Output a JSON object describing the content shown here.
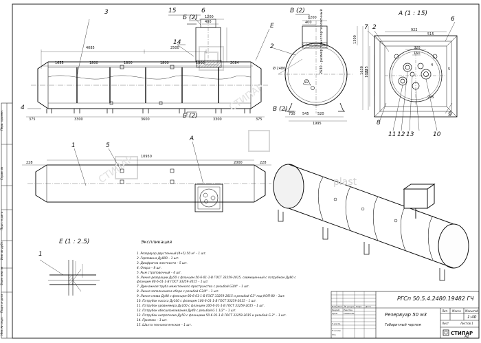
{
  "views": {
    "main_view": {
      "callouts": [
        "3",
        "4",
        "14",
        "E",
        "15",
        "6"
      ],
      "section_label": "Б (2)",
      "section_label_bottom": "Б (2)",
      "dims_top": [
        "4085",
        "2500",
        "1655",
        "1800",
        "1800",
        "1800",
        "1800",
        "2084"
      ],
      "dims_bottom": [
        "375",
        "3300",
        "3600",
        "3300",
        "375"
      ],
      "dims_hatch": [
        "1200",
        "400"
      ]
    },
    "side_view": {
      "label_top": "В (2)",
      "label_bottom": "В (2)",
      "callouts": [
        "2"
      ],
      "dims": [
        "1200",
        "400",
        "1300",
        "1630",
        "1625",
        "730",
        "545",
        "520",
        "1995"
      ],
      "diameter": "Ø 2480",
      "rotated_note": "2630 - размер транспортировочный"
    },
    "detail_a": {
      "label": "А (1 : 15)",
      "callouts": [
        "7",
        "2",
        "6",
        "8",
        "11",
        "12",
        "13",
        "10",
        "9"
      ],
      "dims": [
        "922",
        "515",
        "320",
        "160",
        "1022",
        "245",
        "4",
        "5"
      ]
    },
    "plan_view": {
      "callouts": [
        "1",
        "5",
        "A"
      ],
      "dims": [
        "10950",
        "228",
        "2000",
        "228"
      ]
    },
    "detail_e": {
      "label": "Е (1 : 2.5)",
      "callouts": [
        "1"
      ]
    },
    "iso_view": {
      "watermark": "plast"
    }
  },
  "watermarks": [
    "СТИПАР",
    "СТИПАР"
  ],
  "side_strip": [
    "Перв. примен.",
    "Справ. №",
    "Подп. и дата",
    "Инв. № дубл.",
    "Взам. инв. №",
    "Подп. и дата",
    "Инв. № подл."
  ],
  "spec": {
    "title": "Экспликация",
    "items": [
      "1.  Резервуар двустенный (4+5) 50 м³ – 1 шт.",
      "2.  Горловина Ду800 – 1 шт.",
      "3.  Диафрагма жесткости – 5 шт.",
      "4.  Опора – 8 шт.",
      "5.  Рым строповочный – 4 шт.",
      "6.  Линия деаэрации Ду50 с фланцем 50-6-01-1-В ГОСТ 33259-2015, совмещенный с патрубком Ду80 с",
      "      фланцем 80-6-01-1-В ГОСТ 33259-2015 – 1 шт.",
      "7.  Дренажная труба межстенного пространства с резьбой G3/4\" – 1 шт.",
      "8.  Линия заполнения в сборе с резьбой G3/4\" – 1 шт.",
      "9.  Линия слива Ду80 с фланцем 80-6-01-1-В ГОСТ 33259-2015 и резьбой G3\" под КОП-80 – 1шт.",
      "10. Патрубок насоса Ду100 с фланцем 100-6-01-1-В ГОСТ 33259-2015 – 1 шт.",
      "11. Патрубок уровнемера Ду100 с фланцем 100-6-01-1-В ГОСТ 33259-2015 – 1 шт.",
      "12. Патрубок обесшламливания Ду40 с резьбой G 1 1/2\" – 1 шт.",
      "13. Патрубок непрателиа Ду50 с фланцами 50-6-01-1-В ГОСТ 33259-2015 и резьбой G 2\" – 1 шт.",
      "14. Приямок – 1 шт.",
      "15. Шахта технологическая – 1 шт."
    ]
  },
  "title_block": {
    "code": "РГСп 50.5.4.2480.19482 ГЧ",
    "name": "Резервуар 50 м3",
    "subname": "Габаритный чертеж",
    "col_lit": "Лит.",
    "col_mass": "Масса",
    "col_scale": "Масштаб",
    "scale": "1:40",
    "sheet": "Лист",
    "sheets": "Листов 1",
    "rows": [
      "Изм.",
      "Лист",
      "№ докум.",
      "Подп.",
      "Дата"
    ],
    "roles": [
      "Разраб.",
      "Пров.",
      "Т.контр.",
      "Н.контр.",
      "Утв."
    ],
    "names": [
      "Ракитин",
      "Семенова"
    ],
    "company": "СТИПАР",
    "format": "А2"
  }
}
